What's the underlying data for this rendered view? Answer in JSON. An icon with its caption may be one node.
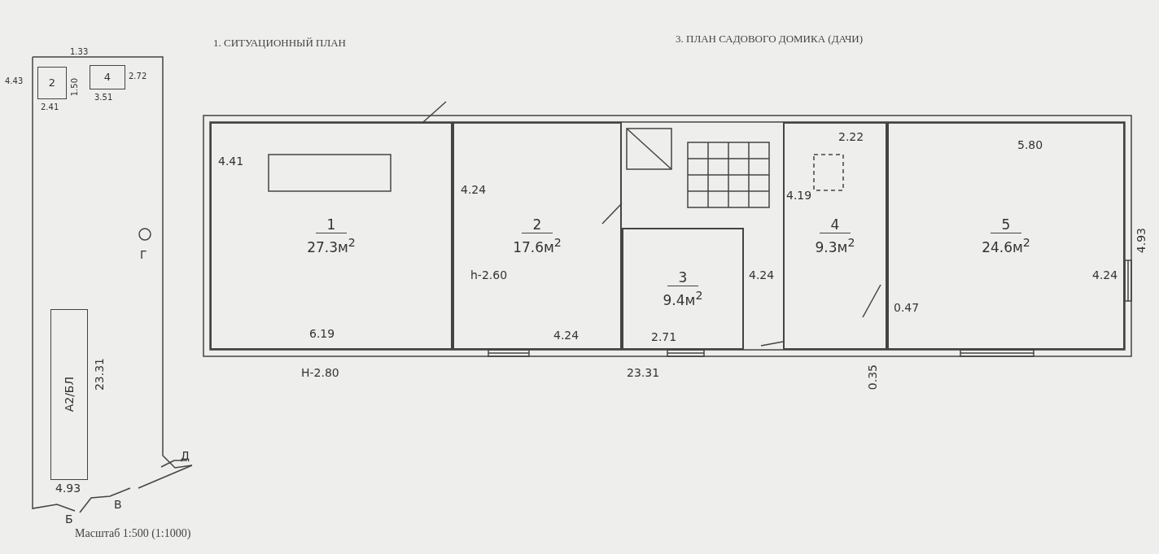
{
  "diagram": {
    "nodes": [
      {
        "text": [
          "2"
        ]
      },
      {
        "text": [
          "4"
        ]
      },
      {
        "text": [
          "А2/БЛ"
        ]
      },
      {
        "text": [
          "1",
          "27.3м$^{2}$"
        ]
      },
      {
        "text": [
          "2",
          "17.6м$^{2}$"
        ]
      },
      {
        "text": [
          "3",
          "9.4м$^{2}$"
        ]
      },
      {
        "text": [
          "4",
          "9.3м$^{2}$"
        ]
      },
      {
        "text": [
          "5",
          "24.6м$^{2}$"
        ]
      }
    ],
    "labels": [
      "1. СИТУАЦИОННЫЙ ПЛАН",
      "3. ПЛАН САДОВОГО ДОМИКА (ДАЧИ)",
      "1.33",
      "1.50",
      "4.43",
      "2.72",
      "2.41",
      "3.51",
      "4.41",
      "6.19",
      "2.22",
      "4.24",
      "4.19",
      "h-2.60",
      "H-2.80",
      "4.24",
      "4.24",
      "5.80",
      "Г",
      "23.31",
      "2.71",
      "0.47",
      "23.31",
      "4.24",
      "4.93",
      "4.93",
      "0.35",
      "Д",
      "В",
      "Б",
      "Масштаб 1:500 (1:1000)"
    ]
  }
}
